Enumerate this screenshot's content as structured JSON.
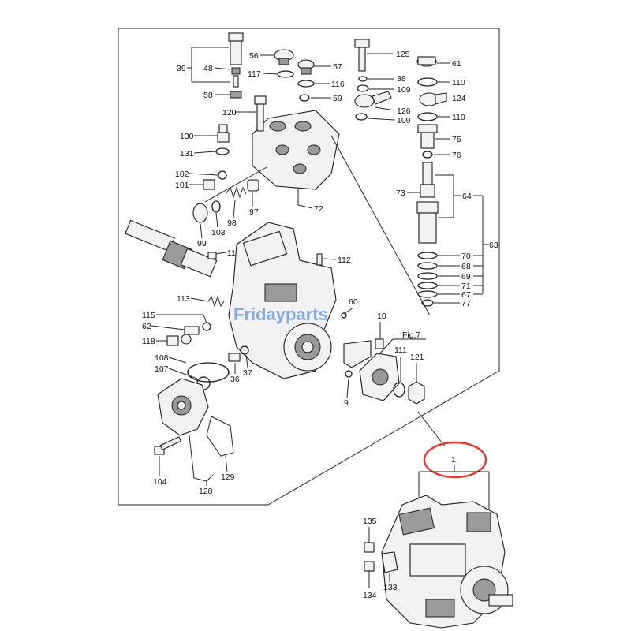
{
  "watermark": {
    "text": "Fridayparts",
    "color": "#5b8fd6"
  },
  "highlight": {
    "label": "1",
    "color": "#e0392f"
  },
  "figure_ref": "Fig.7",
  "labels": {
    "l39": "39",
    "l48": "48",
    "l58": "58",
    "l56": "56",
    "l117": "117",
    "l57": "57",
    "l116": "116",
    "l59": "59",
    "l125": "125",
    "l38": "38",
    "l109a": "109",
    "l126": "126",
    "l109b": "109",
    "l61": "61",
    "l110a": "110",
    "l124": "124",
    "l110b": "110",
    "l75": "75",
    "l76": "76",
    "l73": "73",
    "l64": "64",
    "l63": "63",
    "l70": "70",
    "l68": "68",
    "l69": "69",
    "l71": "71",
    "l67": "67",
    "l77": "77",
    "l120": "120",
    "l130": "130",
    "l131": "131",
    "l102": "102",
    "l101": "101",
    "l98": "98",
    "l97": "97",
    "l72": "72",
    "l99": "99",
    "l103": "103",
    "l11": "11",
    "l112": "112",
    "l113": "113",
    "l60": "60",
    "l10": "10",
    "l115": "115",
    "l62": "62",
    "l118": "118",
    "l108": "108",
    "l107": "107",
    "l36": "36",
    "l37": "37",
    "l111": "111",
    "l121": "121",
    "l9": "9",
    "l104": "104",
    "l128": "128",
    "l129": "129",
    "l135": "135",
    "l134": "134",
    "l133": "133"
  }
}
